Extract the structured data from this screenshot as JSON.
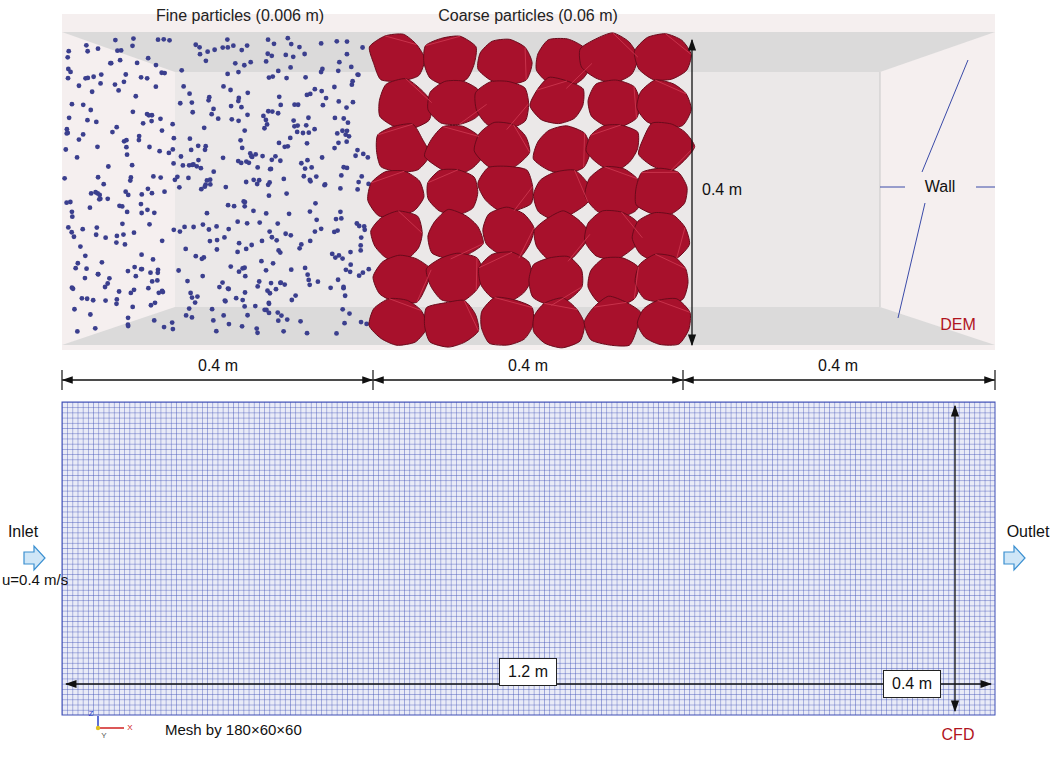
{
  "diagram": {
    "labels": [
      "Fine particles (0.006 m)",
      "Coarse particles (0.06 m)",
      "0.4 m",
      "Wall",
      "DEM",
      "0.4 m",
      "0.4 m",
      "0.4 m",
      "Inlet",
      "u=0.4 m/s",
      "Outlet",
      "0.4 m",
      "1.2 m",
      "Mesh by 180×60×60",
      "CFD",
      "Z",
      "Y",
      "X"
    ]
  }
}
